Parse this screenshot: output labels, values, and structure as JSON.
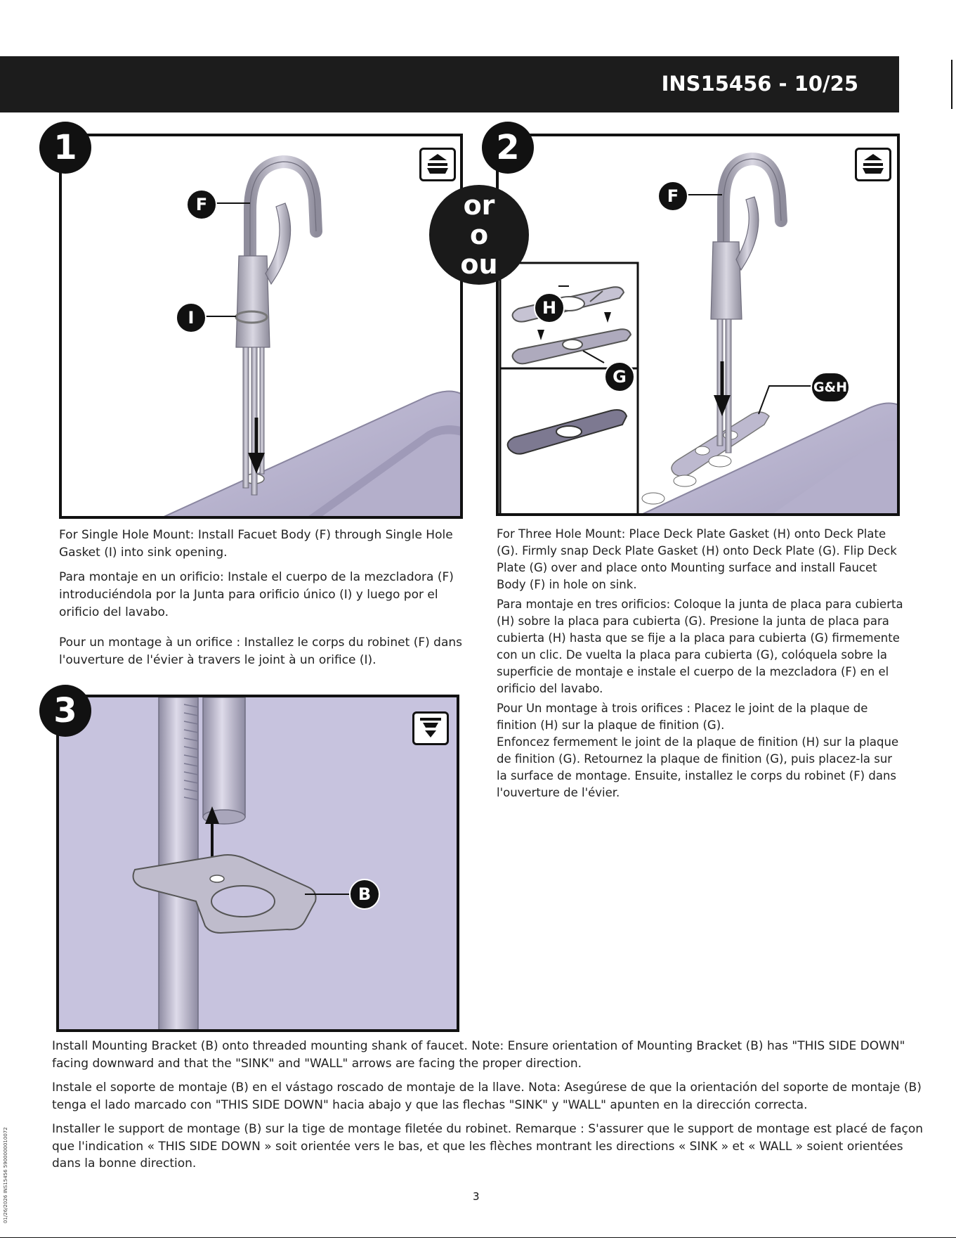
{
  "header": {
    "doc_number": "INS15456 - 10/25"
  },
  "steps": {
    "step1_number": "1",
    "step2_number": "2",
    "step3_number": "3",
    "or_words": [
      "or",
      "o",
      "ou"
    ]
  },
  "callouts": {
    "f": "F",
    "i": "I",
    "h": "H",
    "g": "G",
    "gh": "G&H",
    "b": "B"
  },
  "step1_text": {
    "en": "For Single Hole Mount:  Install Facuet Body (F) through Single Hole Gasket (I) into sink opening.",
    "es": "Para montaje en un orificio:  Instale el cuerpo de la mezcladora (F) introduciéndola por la Junta para orificio único (I) y luego por el orificio del lavabo.",
    "fr": "Pour un montage à un orifice :  Installez le corps du robinet (F) dans l'ouverture de l'évier à travers le joint à un orifice (I)."
  },
  "step2_text": {
    "en": "For Three Hole Mount: Place Deck Plate Gasket (H) onto Deck Plate (G).  Firmly snap Deck Plate Gasket (H) onto Deck Plate (G). Flip Deck Plate (G) over and place onto Mounting surface and install Faucet Body (F) in hole on sink.",
    "es": "Para montaje en tres orificios: Coloque la junta de placa para cubierta (H) sobre la placa para cubierta (G). Presione la junta de placa para cubierta (H) hasta que se fije a la placa para cubierta (G) firmemente con un clic. De vuelta la placa para cubierta (G), colóquela sobre la superficie de montaje e instale el cuerpo de la mezcladora (F) en el orificio del lavabo.",
    "fr1": "Pour Un montage à trois orifices : Placez le joint de la plaque de finition (H) sur la plaque de finition (G).",
    "fr2": "Enfoncez fermement le joint de la plaque de finition (H) sur la plaque de finition (G). Retournez la plaque de finition (G), puis placez-la sur la surface de montage. Ensuite, installez le corps du robinet (F) dans l'ouverture de l'évier."
  },
  "step3_text": {
    "en": "Install Mounting Bracket (B) onto threaded mounting shank of faucet. Note: Ensure orientation of Mounting Bracket (B) has \"THIS SIDE DOWN\" facing downward and that the \"SINK\" and \"WALL\" arrows are facing the proper direction.",
    "es": "Instale el soporte de montaje (B) en el vástago roscado de montaje de la llave. Nota: Asegúrese de que la orientación del soporte de montaje (B) tenga el lado marcado con \"THIS SIDE DOWN\" hacia abajo y que las flechas \"SINK\" y \"WALL\" apunten en la dirección correcta.",
    "fr": "Installer le support de montage (B)  sur la tige de montage filetée du robinet. Remarque : S'assurer que le support de montage est placé de façon que l'indication « THIS SIDE DOWN » soit orientée vers le bas, et que les flèches montrant les directions « SINK » et « WALL » soient orientées dans la bonne direction."
  },
  "footer": {
    "page_number": "3",
    "side_code": "01/26/2026  INS15456  5900000010072"
  },
  "colors": {
    "header_bg": "#1c1c1c",
    "sink": "#b9b4cf",
    "metal": "#b5b3c0",
    "panel3_bg": "#c7c3de"
  }
}
